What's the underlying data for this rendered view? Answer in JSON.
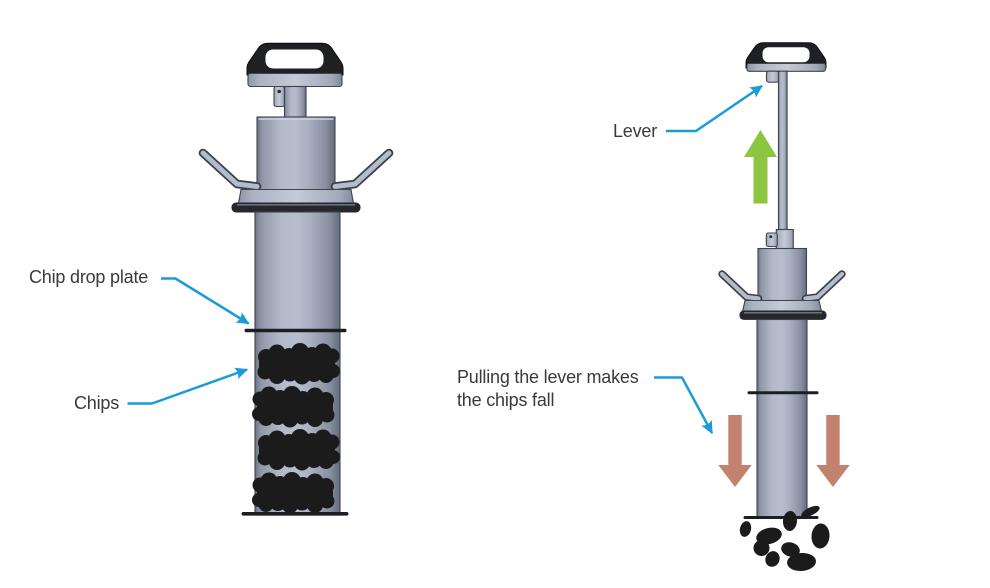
{
  "labels": {
    "chip_drop_plate": "Chip drop plate",
    "chips": "Chips",
    "lever": "Lever",
    "pulling_the_lever_line1": "Pulling the lever makes",
    "pulling_the_lever_line2": "the chips fall"
  },
  "colors": {
    "background": "#ffffff",
    "callout_arrow_blue": "#1b9cd8",
    "lever_up_arrow_green": "#8cc640",
    "chips_fall_arrow_salmon": "#c2826f",
    "chip_black": "#1b1b1b",
    "metal_gray_mid": "#aeb5c5",
    "metal_gray_dark": "#6d7585",
    "handle_black": "#1f2024",
    "label_text": "#3a3a3a"
  },
  "icons": {
    "up-arrow-icon": "▲",
    "down-arrow-icon": "▼",
    "callout-arrow-icon": "➝"
  }
}
